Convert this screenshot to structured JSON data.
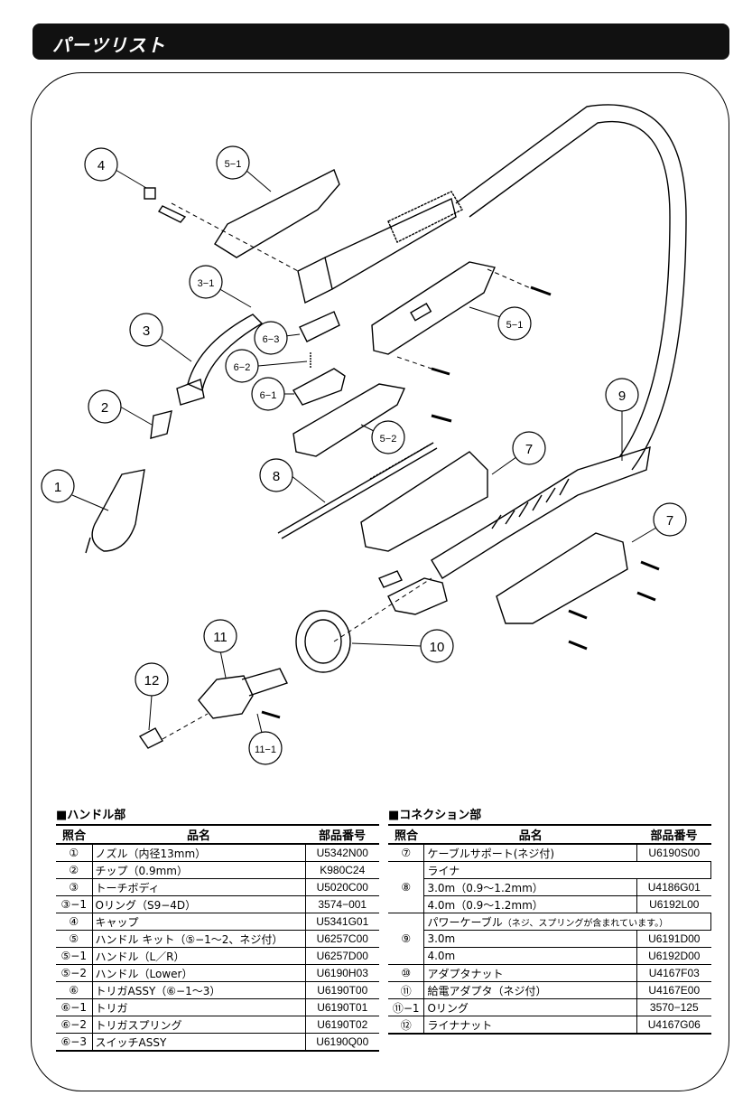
{
  "page_title": "パーツリスト",
  "callouts": [
    {
      "id": "c1",
      "label": "1"
    },
    {
      "id": "c2",
      "label": "2"
    },
    {
      "id": "c3",
      "label": "3"
    },
    {
      "id": "c3-1",
      "label": "3−1"
    },
    {
      "id": "c4",
      "label": "4"
    },
    {
      "id": "c5-1a",
      "label": "5−1"
    },
    {
      "id": "c5-1b",
      "label": "5−1"
    },
    {
      "id": "c5-2",
      "label": "5−2"
    },
    {
      "id": "c6-1",
      "label": "6−1"
    },
    {
      "id": "c6-2",
      "label": "6−2"
    },
    {
      "id": "c6-3",
      "label": "6−3"
    },
    {
      "id": "c7a",
      "label": "7"
    },
    {
      "id": "c7b",
      "label": "7"
    },
    {
      "id": "c8",
      "label": "8"
    },
    {
      "id": "c9",
      "label": "9"
    },
    {
      "id": "c10",
      "label": "10"
    },
    {
      "id": "c11",
      "label": "11"
    },
    {
      "id": "c11-1",
      "label": "11−1"
    },
    {
      "id": "c12",
      "label": "12"
    }
  ],
  "handle_section": {
    "title": "■ハンドル部",
    "headers": {
      "ref": "照合",
      "name": "品名",
      "number": "部品番号"
    },
    "rows": [
      {
        "ref": "①",
        "name": "ノズル（内径13mm）",
        "number": "U5342N00"
      },
      {
        "ref": "②",
        "name": "チップ（0.9mm）",
        "number": "K980C24"
      },
      {
        "ref": "③",
        "name": "トーチボディ",
        "number": "U5020C00"
      },
      {
        "ref": "③−1",
        "name": "Oリング（S9−4D）",
        "number": "3574−001"
      },
      {
        "ref": "④",
        "name": "キャップ",
        "number": "U5341G01"
      },
      {
        "ref": "⑤",
        "name": "ハンドル キット（⑤−1〜2、ネジ付）",
        "number": "U6257C00"
      },
      {
        "ref": "⑤−1",
        "name": "ハンドル（L／R）",
        "number": "U6257D00"
      },
      {
        "ref": "⑤−2",
        "name": "ハンドル（Lower）",
        "number": "U6190H03"
      },
      {
        "ref": "⑥",
        "name": "トリガASSY（⑥−1〜3）",
        "number": "U6190T00"
      },
      {
        "ref": "⑥−1",
        "name": "トリガ",
        "number": "U6190T01"
      },
      {
        "ref": "⑥−2",
        "name": "トリガスプリング",
        "number": "U6190T02"
      },
      {
        "ref": "⑥−3",
        "name": "スイッチASSY",
        "number": "U6190Q00"
      }
    ]
  },
  "connection_section": {
    "title": "■コネクション部",
    "headers": {
      "ref": "照合",
      "name": "品名",
      "number": "部品番号"
    },
    "r7": {
      "ref": "⑦",
      "name": "ケーブルサポート(ネジ付)",
      "number": "U6190S00"
    },
    "r8": {
      "ref": "⑧",
      "name": "ライナ",
      "subs": [
        {
          "name": "3.0m（0.9〜1.2mm）",
          "number": "U4186G01"
        },
        {
          "name": "4.0m（0.9〜1.2mm）",
          "number": "U6192L00"
        }
      ]
    },
    "r9": {
      "ref": "⑨",
      "name": "パワーケーブル",
      "note": "（ネジ、スプリングが含まれています。）",
      "subs": [
        {
          "name": "3.0m",
          "number": "U6191D00"
        },
        {
          "name": "4.0m",
          "number": "U6192D00"
        }
      ]
    },
    "r10": {
      "ref": "⑩",
      "name": "アダプタナット",
      "number": "U4167F03"
    },
    "r11": {
      "ref": "⑪",
      "name": "給電アダプタ（ネジ付）",
      "number": "U4167E00"
    },
    "r11_1": {
      "ref": "⑪−1",
      "name": "Oリング",
      "number": "3570−125"
    },
    "r12": {
      "ref": "⑫",
      "name": "ライナナット",
      "number": "U4167G06"
    }
  }
}
